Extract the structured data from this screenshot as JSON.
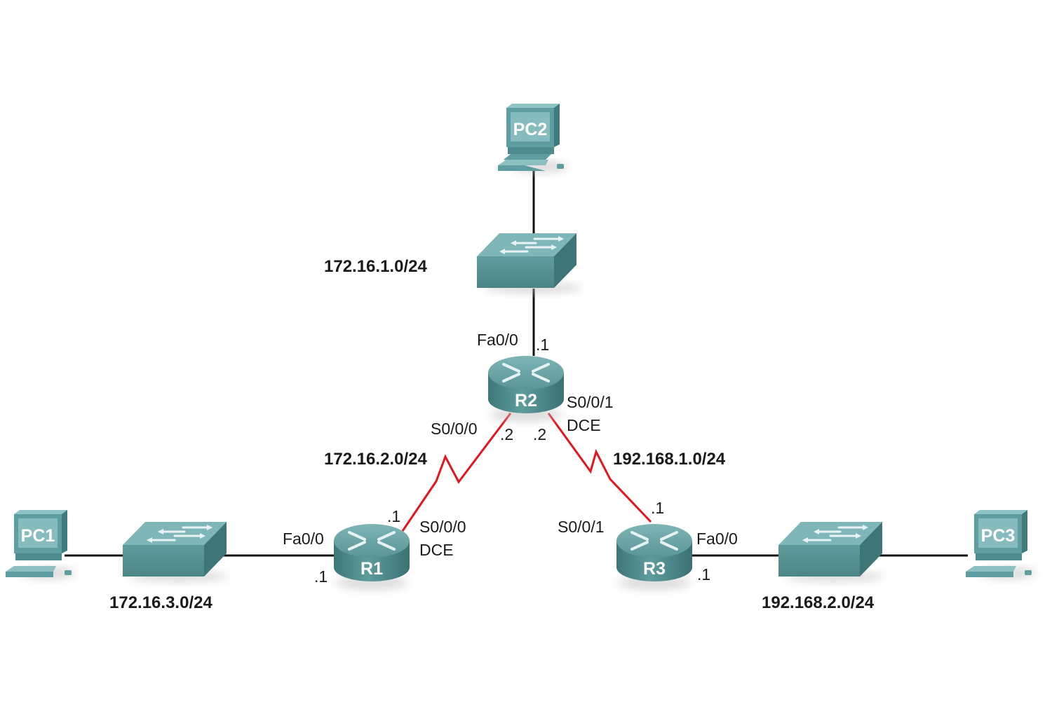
{
  "colors": {
    "device_teal": "#5e9ea0",
    "device_dark": "#3f7a7c",
    "device_light": "#8cc0c0",
    "ethernet_link": "#111111",
    "serial_link": "#e8141b"
  },
  "devices": {
    "pc2": {
      "label": "PC2",
      "type": "pc"
    },
    "pc1": {
      "label": "PC1",
      "type": "pc"
    },
    "pc3": {
      "label": "PC3",
      "type": "pc"
    },
    "sw2": {
      "type": "switch"
    },
    "sw1": {
      "type": "switch"
    },
    "sw3": {
      "type": "switch"
    },
    "r1": {
      "label": "R1",
      "type": "router"
    },
    "r2": {
      "label": "R2",
      "type": "router"
    },
    "r3": {
      "label": "R3",
      "type": "router"
    }
  },
  "networks": {
    "lan_r2": "172.16.1.0/24",
    "lan_r1": "172.16.3.0/24",
    "lan_r3": "192.168.2.0/24",
    "wan_r1_r2": "172.16.2.0/24",
    "wan_r2_r3": "192.168.1.0/24"
  },
  "interfaces": {
    "r2_fa": {
      "name": "Fa0/0",
      "host": ".1"
    },
    "r2_s000": {
      "name": "S0/0/0",
      "host": ".2"
    },
    "r2_s001": {
      "name": "S0/0/1",
      "role": "DCE",
      "host": ".2"
    },
    "r1_fa": {
      "name": "Fa0/0",
      "host": ".1"
    },
    "r1_s000": {
      "name": "S0/0/0",
      "role": "DCE",
      "host": ".1"
    },
    "r3_s001": {
      "name": "S0/0/1",
      "host": ".1"
    },
    "r3_fa": {
      "name": "Fa0/0",
      "host": ".1"
    }
  }
}
